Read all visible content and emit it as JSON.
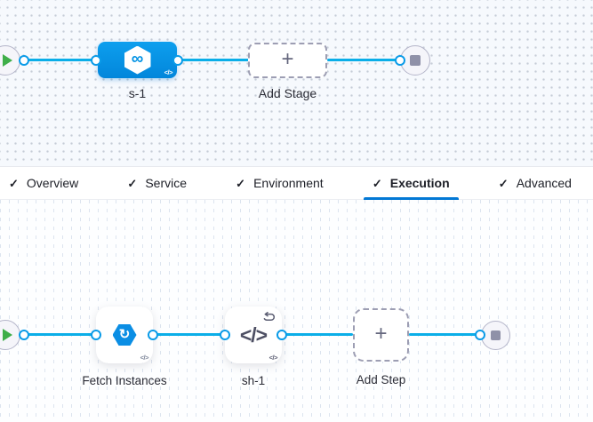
{
  "icons": {
    "check": "✓",
    "plus": "+",
    "infinity": "∞",
    "refresh": "↻",
    "code": "</>"
  },
  "colors": {
    "accent_blue": "#0278d5",
    "node_blue": "#0092e4",
    "edge_blue": "#0aaee8",
    "play_green": "#3fae49",
    "stop_slate": "#8f91a8"
  },
  "stage_pipeline": {
    "stage_label": "s-1",
    "add_stage_label": "Add Stage"
  },
  "tab_bar": {
    "active_tab": "Execution",
    "tabs": [
      {
        "label": "Overview"
      },
      {
        "label": "Service"
      },
      {
        "label": "Environment"
      },
      {
        "label": "Execution"
      },
      {
        "label": "Advanced"
      }
    ]
  },
  "execution_pipeline": {
    "step1_label": "Fetch Instances",
    "step2_label": "sh-1",
    "add_step_label": "Add Step"
  }
}
